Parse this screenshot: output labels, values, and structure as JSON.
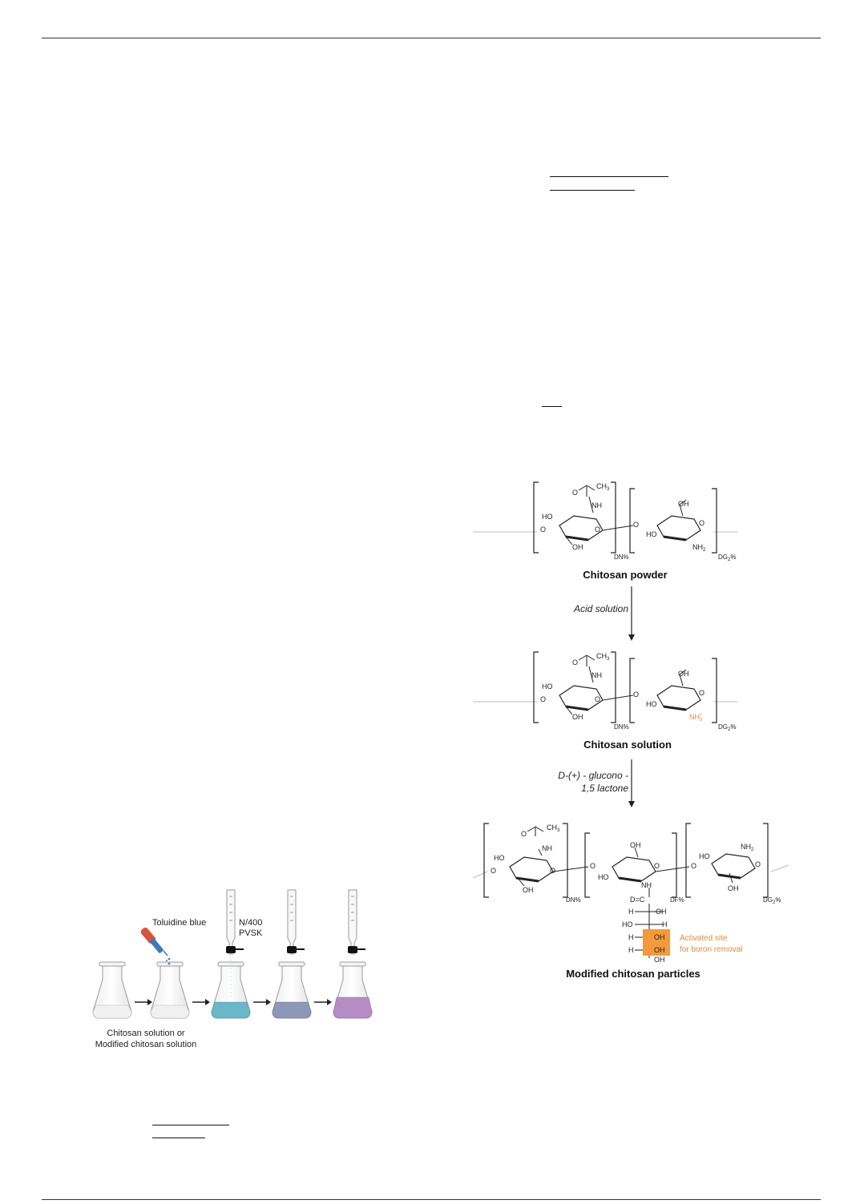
{
  "colors": {
    "text": "#222222",
    "orange_label": "#e8893a",
    "orange_box": "#f39a3c",
    "flask_blue": "#69b7c9",
    "flask_grayblue": "#8d97b8",
    "flask_purple": "#b58cc4",
    "dropper_red": "#d9533a",
    "dropper_blue": "#3f79b9"
  },
  "titration_figure": {
    "dye_label": "Toluidine blue",
    "titrant_line1": "N/400",
    "titrant_line2": "PVSK",
    "caption_line1": "Chitosan solution or",
    "caption_line2": "Modified chitosan solution"
  },
  "scheme_figure": {
    "stage1_title": "Chitosan powder",
    "arrow1_label": "Acid solution",
    "stage2_title": "Chitosan solution",
    "arrow2_line1": "D-(+) - glucono -",
    "arrow2_line2": "1,5 lactone",
    "stage3_title": "Modified chitosan particles",
    "annotation_line1": "Activated site",
    "annotation_line2": "for boron removal",
    "labels": {
      "ch3": "CH",
      "ch3_sub": "3",
      "o": "O",
      "nh": "NH",
      "ho": "HO",
      "oh": "OH",
      "nh2": "NH",
      "nh2_sub": "2",
      "nh3": "NH",
      "nh3_sub": "3",
      "nh3_sup": "+",
      "dn": "DN%",
      "dg": "DG",
      "dg_sub": "2",
      "dg_pct": "%",
      "df": "DF%",
      "d_eq_c": "D=C",
      "h": "H",
      "oh_dash": "OH"
    }
  }
}
